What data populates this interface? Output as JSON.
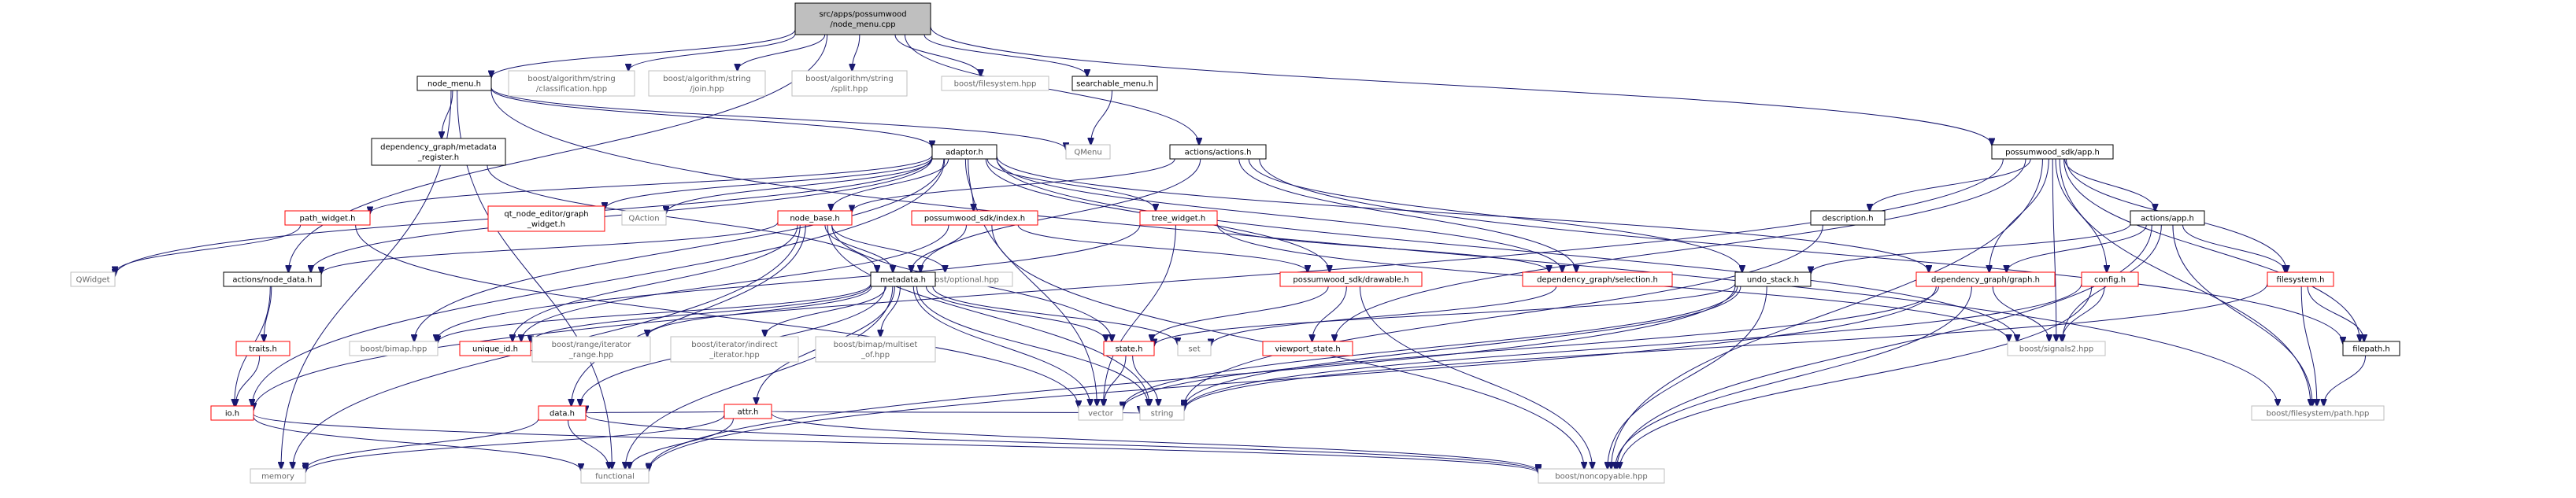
{
  "colors": {
    "edge": "#191970",
    "box_root_fill": "#bfbfbf",
    "box_black_border": "#000000",
    "box_red_border": "#ff0000",
    "box_gray_border": "#bfbfbf",
    "text_normal": "#000000",
    "text_external": "#666666"
  },
  "nodes": [
    {
      "id": "root",
      "lines": [
        "src/apps/possumwood",
        "/node_menu.cpp"
      ],
      "style": "root"
    },
    {
      "id": "node_menu",
      "lines": [
        "node_menu.h"
      ],
      "style": "black"
    },
    {
      "id": "classification",
      "lines": [
        "boost/algorithm/string",
        "/classification.hpp"
      ],
      "style": "gray"
    },
    {
      "id": "join",
      "lines": [
        "boost/algorithm/string",
        "/join.hpp"
      ],
      "style": "gray"
    },
    {
      "id": "split",
      "lines": [
        "boost/algorithm/string",
        "/split.hpp"
      ],
      "style": "gray"
    },
    {
      "id": "bfs",
      "lines": [
        "boost/filesystem.hpp"
      ],
      "style": "gray"
    },
    {
      "id": "searchable_menu",
      "lines": [
        "searchable_menu.h"
      ],
      "style": "black"
    },
    {
      "id": "qmenu",
      "lines": [
        "QMenu"
      ],
      "style": "gray"
    },
    {
      "id": "dg_metadata_register",
      "lines": [
        "dependency_graph/metadata",
        "_register.h"
      ],
      "style": "black"
    },
    {
      "id": "adaptor",
      "lines": [
        "adaptor.h"
      ],
      "style": "black"
    },
    {
      "id": "actions_actions",
      "lines": [
        "actions/actions.h"
      ],
      "style": "black"
    },
    {
      "id": "sdk_app",
      "lines": [
        "possumwood_sdk/app.h"
      ],
      "style": "black"
    },
    {
      "id": "path_widget",
      "lines": [
        "path_widget.h"
      ],
      "style": "red"
    },
    {
      "id": "qt_graph_widget",
      "lines": [
        "qt_node_editor/graph",
        "_widget.h"
      ],
      "style": "red"
    },
    {
      "id": "qaction",
      "lines": [
        "QAction"
      ],
      "style": "gray"
    },
    {
      "id": "node_base",
      "lines": [
        "node_base.h"
      ],
      "style": "red"
    },
    {
      "id": "sdk_index",
      "lines": [
        "possumwood_sdk/index.h"
      ],
      "style": "red"
    },
    {
      "id": "tree_widget",
      "lines": [
        "tree_widget.h"
      ],
      "style": "red"
    },
    {
      "id": "description",
      "lines": [
        "description.h"
      ],
      "style": "black"
    },
    {
      "id": "actions_app",
      "lines": [
        "actions/app.h"
      ],
      "style": "black"
    },
    {
      "id": "qwidget",
      "lines": [
        "QWidget"
      ],
      "style": "gray"
    },
    {
      "id": "actions_node_data",
      "lines": [
        "actions/node_data.h"
      ],
      "style": "black"
    },
    {
      "id": "boost_optional",
      "lines": [
        "boost/optional.hpp"
      ],
      "style": "gray"
    },
    {
      "id": "metadata",
      "lines": [
        "metadata.h"
      ],
      "style": "black"
    },
    {
      "id": "sdk_drawable",
      "lines": [
        "possumwood_sdk/drawable.h"
      ],
      "style": "red"
    },
    {
      "id": "dg_selection",
      "lines": [
        "dependency_graph/selection.h"
      ],
      "style": "red"
    },
    {
      "id": "undo_stack",
      "lines": [
        "undo_stack.h"
      ],
      "style": "black"
    },
    {
      "id": "dg_graph",
      "lines": [
        "dependency_graph/graph.h"
      ],
      "style": "red"
    },
    {
      "id": "config",
      "lines": [
        "config.h"
      ],
      "style": "red"
    },
    {
      "id": "filesystem_h",
      "lines": [
        "filesystem.h"
      ],
      "style": "red"
    },
    {
      "id": "traits",
      "lines": [
        "traits.h"
      ],
      "style": "red"
    },
    {
      "id": "boost_bimap",
      "lines": [
        "boost/bimap.hpp"
      ],
      "style": "gray"
    },
    {
      "id": "unique_id",
      "lines": [
        "unique_id.h"
      ],
      "style": "red"
    },
    {
      "id": "range_iterator",
      "lines": [
        "boost/range/iterator",
        "_range.hpp"
      ],
      "style": "gray"
    },
    {
      "id": "indirect_iterator",
      "lines": [
        "boost/iterator/indirect",
        "_iterator.hpp"
      ],
      "style": "gray"
    },
    {
      "id": "multiset_of",
      "lines": [
        "boost/bimap/multiset",
        "_of.hpp"
      ],
      "style": "gray"
    },
    {
      "id": "state",
      "lines": [
        "state.h"
      ],
      "style": "red"
    },
    {
      "id": "set",
      "lines": [
        "set"
      ],
      "style": "gray"
    },
    {
      "id": "viewport_state",
      "lines": [
        "viewport_state.h"
      ],
      "style": "red"
    },
    {
      "id": "signals2",
      "lines": [
        "boost/signals2.hpp"
      ],
      "style": "gray"
    },
    {
      "id": "filepath",
      "lines": [
        "filepath.h"
      ],
      "style": "black"
    },
    {
      "id": "attr",
      "lines": [
        "attr.h"
      ],
      "style": "red"
    },
    {
      "id": "io",
      "lines": [
        "io.h"
      ],
      "style": "red"
    },
    {
      "id": "data",
      "lines": [
        "data.h"
      ],
      "style": "red"
    },
    {
      "id": "vector",
      "lines": [
        "vector"
      ],
      "style": "gray"
    },
    {
      "id": "string",
      "lines": [
        "string"
      ],
      "style": "gray"
    },
    {
      "id": "bfs_path",
      "lines": [
        "boost/filesystem/path.hpp"
      ],
      "style": "gray"
    },
    {
      "id": "memory",
      "lines": [
        "memory"
      ],
      "style": "gray"
    },
    {
      "id": "functional",
      "lines": [
        "functional"
      ],
      "style": "gray"
    },
    {
      "id": "noncopyable",
      "lines": [
        "boost/noncopyable.hpp"
      ],
      "style": "gray"
    }
  ],
  "edges": [
    [
      "root",
      "node_menu"
    ],
    [
      "root",
      "classification"
    ],
    [
      "root",
      "join"
    ],
    [
      "root",
      "split"
    ],
    [
      "root",
      "bfs"
    ],
    [
      "root",
      "searchable_menu"
    ],
    [
      "root",
      "actions_actions"
    ],
    [
      "root",
      "actions_node_data"
    ],
    [
      "root",
      "sdk_app"
    ],
    [
      "searchable_menu",
      "qmenu"
    ],
    [
      "node_menu",
      "qmenu"
    ],
    [
      "node_menu",
      "dg_metadata_register"
    ],
    [
      "node_menu",
      "adaptor"
    ],
    [
      "node_menu",
      "memory"
    ],
    [
      "node_menu",
      "functional"
    ],
    [
      "node_menu",
      "bfs_path"
    ],
    [
      "dg_metadata_register",
      "metadata"
    ],
    [
      "adaptor",
      "path_widget"
    ],
    [
      "adaptor",
      "qt_graph_widget"
    ],
    [
      "adaptor",
      "qaction"
    ],
    [
      "adaptor",
      "node_base"
    ],
    [
      "adaptor",
      "sdk_index"
    ],
    [
      "adaptor",
      "tree_widget"
    ],
    [
      "adaptor",
      "qwidget"
    ],
    [
      "adaptor",
      "boost_bimap"
    ],
    [
      "adaptor",
      "io"
    ],
    [
      "adaptor",
      "dg_selection"
    ],
    [
      "adaptor",
      "dg_graph"
    ],
    [
      "adaptor",
      "sdk_drawable"
    ],
    [
      "adaptor",
      "signals2"
    ],
    [
      "adaptor",
      "vector"
    ],
    [
      "adaptor",
      "actions_node_data"
    ],
    [
      "path_widget",
      "qwidget"
    ],
    [
      "path_widget",
      "vector"
    ],
    [
      "node_base",
      "actions_node_data"
    ],
    [
      "node_base",
      "metadata"
    ],
    [
      "node_base",
      "unique_id"
    ],
    [
      "node_base",
      "boost_optional"
    ],
    [
      "node_base",
      "state"
    ],
    [
      "node_base",
      "data"
    ],
    [
      "node_base",
      "memory"
    ],
    [
      "node_base",
      "string"
    ],
    [
      "sdk_index",
      "metadata"
    ],
    [
      "sdk_index",
      "sdk_drawable"
    ],
    [
      "sdk_index",
      "unique_id"
    ],
    [
      "sdk_index",
      "noncopyable"
    ],
    [
      "tree_widget",
      "dg_selection"
    ],
    [
      "tree_widget",
      "vector"
    ],
    [
      "tree_widget",
      "boost_bimap"
    ],
    [
      "tree_widget",
      "signals2"
    ],
    [
      "actions_actions",
      "metadata"
    ],
    [
      "actions_actions",
      "dg_selection"
    ],
    [
      "actions_actions",
      "undo_stack"
    ],
    [
      "actions_actions",
      "filepath"
    ],
    [
      "actions_actions",
      "node_base"
    ],
    [
      "sdk_app",
      "description"
    ],
    [
      "sdk_app",
      "actions_app"
    ],
    [
      "sdk_app",
      "config"
    ],
    [
      "sdk_app",
      "filesystem_h"
    ],
    [
      "sdk_app",
      "filepath"
    ],
    [
      "sdk_app",
      "dg_graph"
    ],
    [
      "sdk_app",
      "signals2"
    ],
    [
      "sdk_app",
      "noncopyable"
    ],
    [
      "sdk_app",
      "bfs_path"
    ],
    [
      "sdk_app",
      "viewport_state"
    ],
    [
      "sdk_app",
      "io"
    ],
    [
      "description",
      "string"
    ],
    [
      "actions_app",
      "undo_stack"
    ],
    [
      "actions_app",
      "dg_graph"
    ],
    [
      "actions_app",
      "filesystem_h"
    ],
    [
      "actions_app",
      "signals2"
    ],
    [
      "actions_app",
      "bfs_path"
    ],
    [
      "actions_app",
      "noncopyable"
    ],
    [
      "actions_node_data",
      "traits"
    ],
    [
      "actions_node_data",
      "io"
    ],
    [
      "traits",
      "io"
    ],
    [
      "metadata",
      "boost_bimap"
    ],
    [
      "metadata",
      "unique_id"
    ],
    [
      "metadata",
      "range_iterator"
    ],
    [
      "metadata",
      "indirect_iterator"
    ],
    [
      "metadata",
      "multiset_of"
    ],
    [
      "metadata",
      "state"
    ],
    [
      "metadata",
      "set"
    ],
    [
      "metadata",
      "attr"
    ],
    [
      "metadata",
      "data"
    ],
    [
      "metadata",
      "functional"
    ],
    [
      "metadata",
      "vector"
    ],
    [
      "metadata",
      "string"
    ],
    [
      "sdk_drawable",
      "state"
    ],
    [
      "sdk_drawable",
      "viewport_state"
    ],
    [
      "sdk_drawable",
      "noncopyable"
    ],
    [
      "dg_selection",
      "set"
    ],
    [
      "undo_stack",
      "state"
    ],
    [
      "undo_stack",
      "vector"
    ],
    [
      "undo_stack",
      "string"
    ],
    [
      "undo_stack",
      "functional"
    ],
    [
      "undo_stack",
      "noncopyable"
    ],
    [
      "dg_graph",
      "signals2"
    ],
    [
      "dg_graph",
      "vector"
    ],
    [
      "dg_graph",
      "noncopyable"
    ],
    [
      "dg_graph",
      "functional"
    ],
    [
      "config",
      "signals2"
    ],
    [
      "config",
      "string"
    ],
    [
      "config",
      "noncopyable"
    ],
    [
      "filesystem_h",
      "filepath"
    ],
    [
      "filesystem_h",
      "bfs_path"
    ],
    [
      "filesystem_h",
      "string"
    ],
    [
      "filepath",
      "bfs_path"
    ],
    [
      "state",
      "vector"
    ],
    [
      "state",
      "string"
    ],
    [
      "attr",
      "data"
    ],
    [
      "attr",
      "memory"
    ],
    [
      "attr",
      "functional"
    ],
    [
      "attr",
      "string"
    ],
    [
      "attr",
      "noncopyable"
    ],
    [
      "io",
      "functional"
    ],
    [
      "io",
      "noncopyable"
    ],
    [
      "data",
      "memory"
    ],
    [
      "data",
      "functional"
    ],
    [
      "data",
      "noncopyable"
    ]
  ]
}
